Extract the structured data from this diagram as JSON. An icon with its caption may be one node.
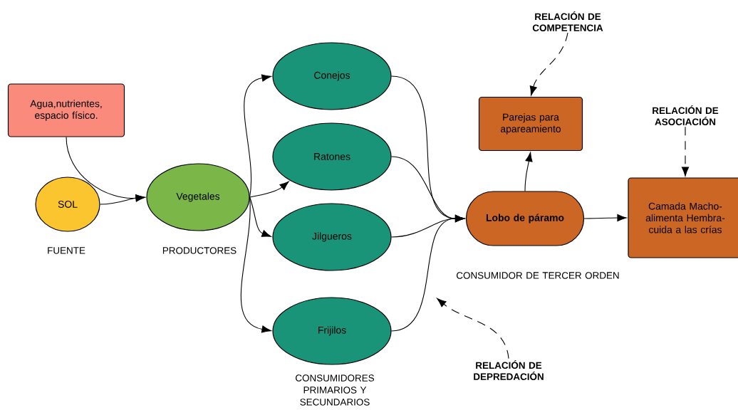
{
  "diagram": {
    "nodes": [
      {
        "text": [
          "Agua,nutrientes, espacio físico."
        ]
      },
      {
        "text": [
          "SOL"
        ],
        "beside": [
          "FUENTE"
        ]
      },
      {
        "text": [
          "Vegetales"
        ],
        "beside": [
          "PRODUCTORES"
        ]
      },
      {
        "text": [
          "Conejos"
        ]
      },
      {
        "text": [
          "Ratones"
        ]
      },
      {
        "text": [
          "Jilgueros"
        ]
      },
      {
        "text": [
          "Frijilos"
        ],
        "beside": [
          "CONSUMIDORES PRIMARIOS Y SECUNDARIOS"
        ]
      },
      {
        "text": [
          "RELACIÓN DE COMPETENCIA"
        ]
      },
      {
        "text": [
          "Parejas para apareamiento"
        ]
      },
      {
        "text": [
          "RELACIÓN DE ASOCIACIÓN"
        ]
      },
      {
        "text": [
          "Lobo de páramo"
        ],
        "beside": [
          "CONSUMIDOR DE TERCER ORDEN"
        ]
      },
      {
        "text": [
          "Camada Macho-alimenta Hembra- cuida a las crías"
        ]
      },
      {
        "text": [
          "RELACIÓN DE DEPREDACIÓN"
        ]
      }
    ],
    "edges": [
      {
        "from": 0,
        "to": 2,
        "arrow": "to"
      },
      {
        "from": 1,
        "to": 2,
        "arrow": "to"
      },
      {
        "from": 2,
        "to": 3,
        "arrow": "to"
      },
      {
        "from": 2,
        "to": 4,
        "arrow": "to"
      },
      {
        "from": 2,
        "to": 5,
        "arrow": "to"
      },
      {
        "from": 2,
        "to": 6,
        "arrow": "to"
      },
      {
        "from": 3,
        "to": 10,
        "arrow": "to"
      },
      {
        "from": 4,
        "to": 10,
        "arrow": "to"
      },
      {
        "from": 5,
        "to": 10,
        "arrow": "to"
      },
      {
        "from": 6,
        "to": 10,
        "arrow": "to"
      },
      {
        "from": 10,
        "to": 8,
        "arrow": "to"
      },
      {
        "from": 10,
        "to": 11,
        "arrow": "to"
      },
      {
        "from": 7,
        "to": 8,
        "arrow": "to",
        "style": "dashed"
      },
      {
        "from": 9,
        "to": 11,
        "arrow": "to",
        "style": "dashed"
      },
      {
        "from": 12,
        "to": null,
        "arrow": "to",
        "style": "dashed"
      }
    ]
  }
}
